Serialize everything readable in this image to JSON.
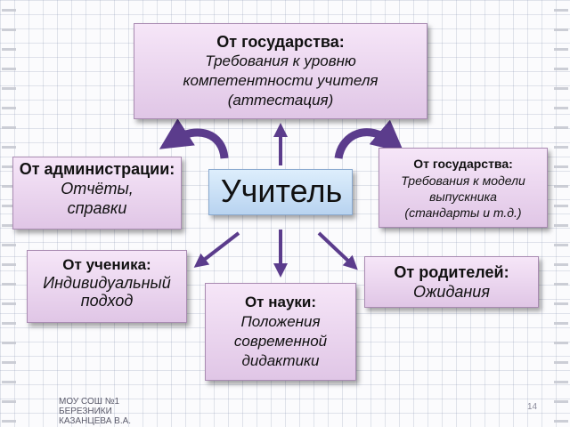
{
  "center": {
    "label": "Учитель"
  },
  "boxes": {
    "state_top": {
      "title": "От государства:",
      "body": "Требования к уровню компетентности учителя (аттестация)"
    },
    "state_right": {
      "title": "От государства:",
      "body": "Требования к модели выпускника",
      "body_tail": "(стандарты и т.д.)"
    },
    "admin": {
      "title": "От администрации:",
      "body": "Отчёты, справки"
    },
    "student": {
      "title": "От ученика:",
      "body": "Индивидуальный",
      "body_tail": "подход"
    },
    "science": {
      "title": "От науки:",
      "body": "Положения современной дидактики"
    },
    "parents": {
      "title": "От родителей:",
      "body": "Ожидания"
    }
  },
  "footer": {
    "line1": "МОУ СОШ №1 БЕРЕЗНИКИ",
    "line2": "КАЗАНЦЕВА В.А."
  },
  "slide_number": "14",
  "colors": {
    "box_fill": "#e9d6ee",
    "center_fill": "#cfe3f8",
    "arrow": "#5b3c8c"
  }
}
